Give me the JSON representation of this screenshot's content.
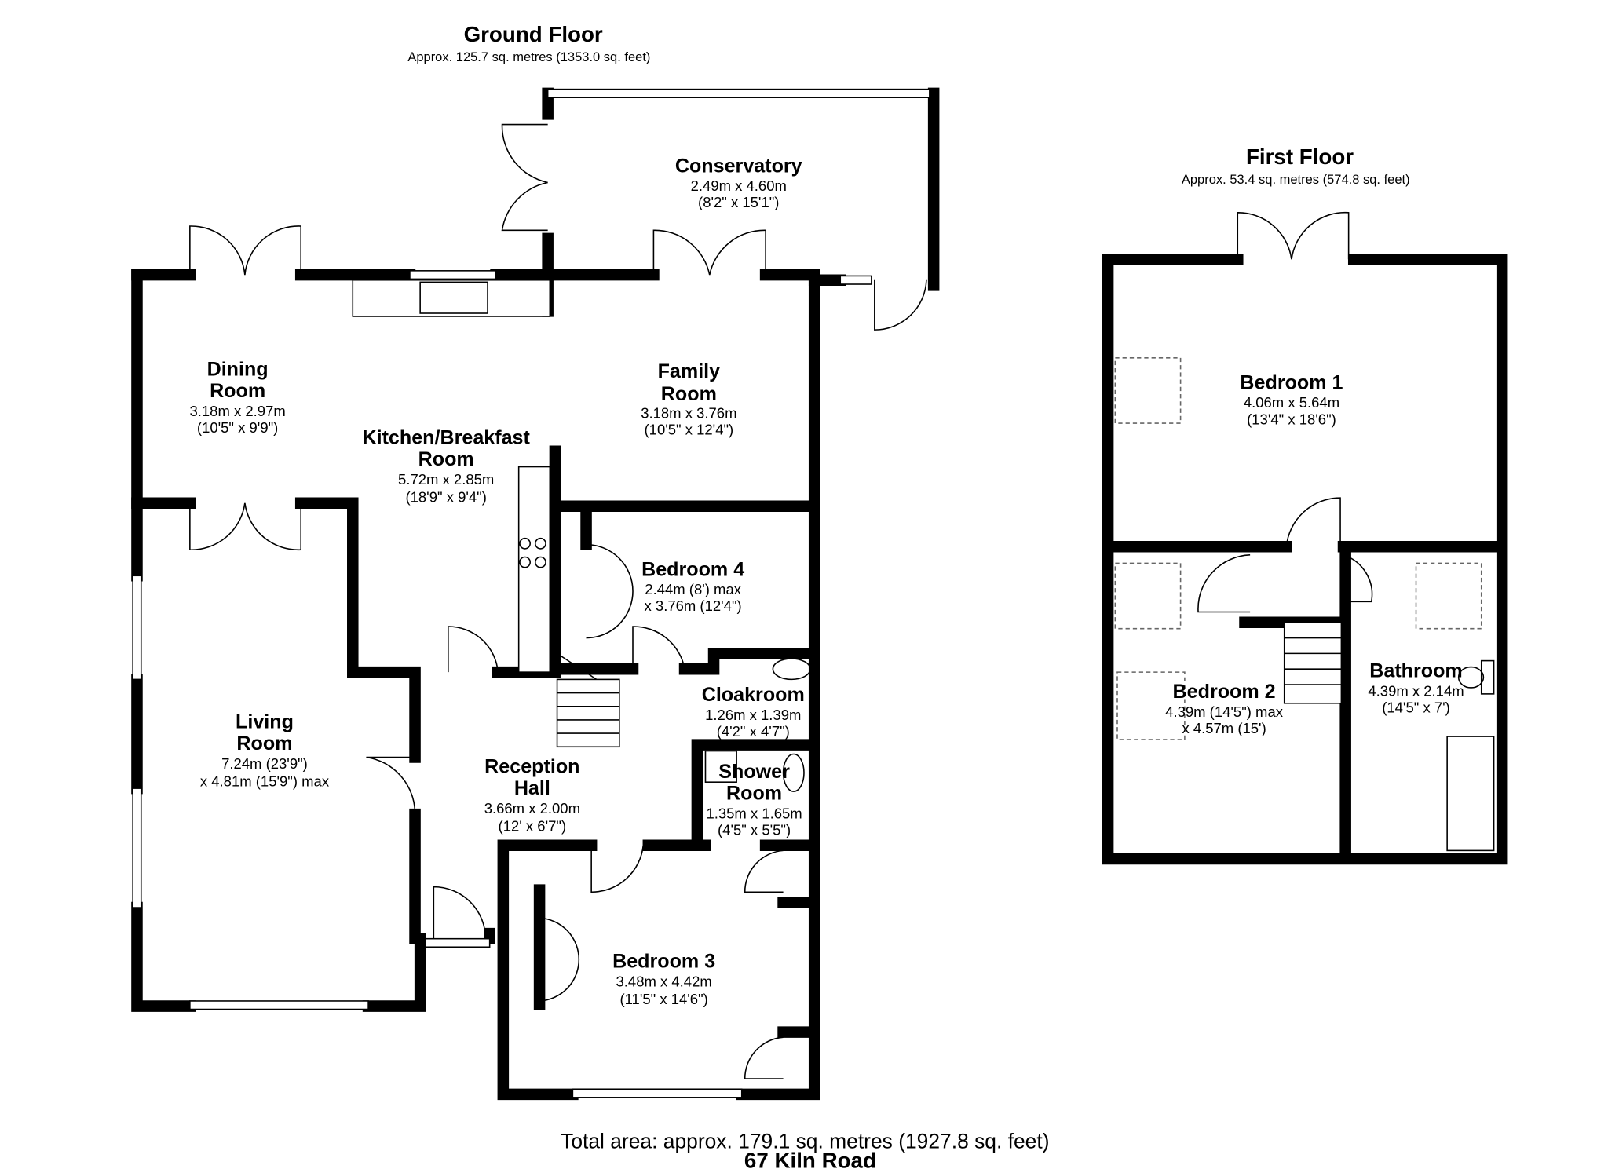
{
  "ground_floor": {
    "title": "Ground Floor",
    "area": "Approx. 125.7 sq. metres (1353.0 sq. feet)",
    "rooms": [
      {
        "name": [
          "Conservatory"
        ],
        "dims": [
          "2.49m x 4.60m",
          "(8'2\" x 15'1\")"
        ]
      },
      {
        "name": [
          "Dining",
          "Room"
        ],
        "dims": [
          "3.18m x 2.97m",
          "(10'5\" x 9'9\")"
        ]
      },
      {
        "name": [
          "Kitchen/Breakfast",
          "Room"
        ],
        "dims": [
          "5.72m x 2.85m",
          "(18'9\" x 9'4\")"
        ]
      },
      {
        "name": [
          "Family",
          "Room"
        ],
        "dims": [
          "3.18m x 3.76m",
          "(10'5\" x 12'4\")"
        ]
      },
      {
        "name": [
          "Bedroom 4"
        ],
        "dims": [
          "2.44m (8') max",
          "x 3.76m (12'4\")"
        ]
      },
      {
        "name": [
          "Cloakroom"
        ],
        "dims": [
          "1.26m x 1.39m",
          "(4'2\" x 4'7\")"
        ]
      },
      {
        "name": [
          "Living",
          "Room"
        ],
        "dims": [
          "7.24m (23'9\")",
          "x 4.81m (15'9\") max"
        ]
      },
      {
        "name": [
          "Reception",
          "Hall"
        ],
        "dims": [
          "3.66m x 2.00m",
          "(12' x 6'7\")"
        ]
      },
      {
        "name": [
          "Shower",
          "Room"
        ],
        "dims": [
          "1.35m x 1.65m",
          "(4'5\" x 5'5\")"
        ]
      },
      {
        "name": [
          "Bedroom 3"
        ],
        "dims": [
          "3.48m x 4.42m",
          "(11'5\" x 14'6\")"
        ]
      }
    ]
  },
  "first_floor": {
    "title": "First Floor",
    "area": "Approx. 53.4 sq. metres (574.8 sq. feet)",
    "rooms": [
      {
        "name": [
          "Bedroom 1"
        ],
        "dims": [
          "4.06m x 5.64m",
          "(13'4\" x 18'6\")"
        ]
      },
      {
        "name": [
          "Bedroom 2"
        ],
        "dims": [
          "4.39m (14'5\") max",
          "x 4.57m (15')"
        ]
      },
      {
        "name": [
          "Bathroom"
        ],
        "dims": [
          "4.39m x 2.14m",
          "(14'5\" x 7')"
        ]
      }
    ]
  },
  "footer": {
    "total_area": "Total area: approx. 179.1 sq. metres (1927.8 sq. feet)",
    "address": "67 Kiln Road"
  }
}
